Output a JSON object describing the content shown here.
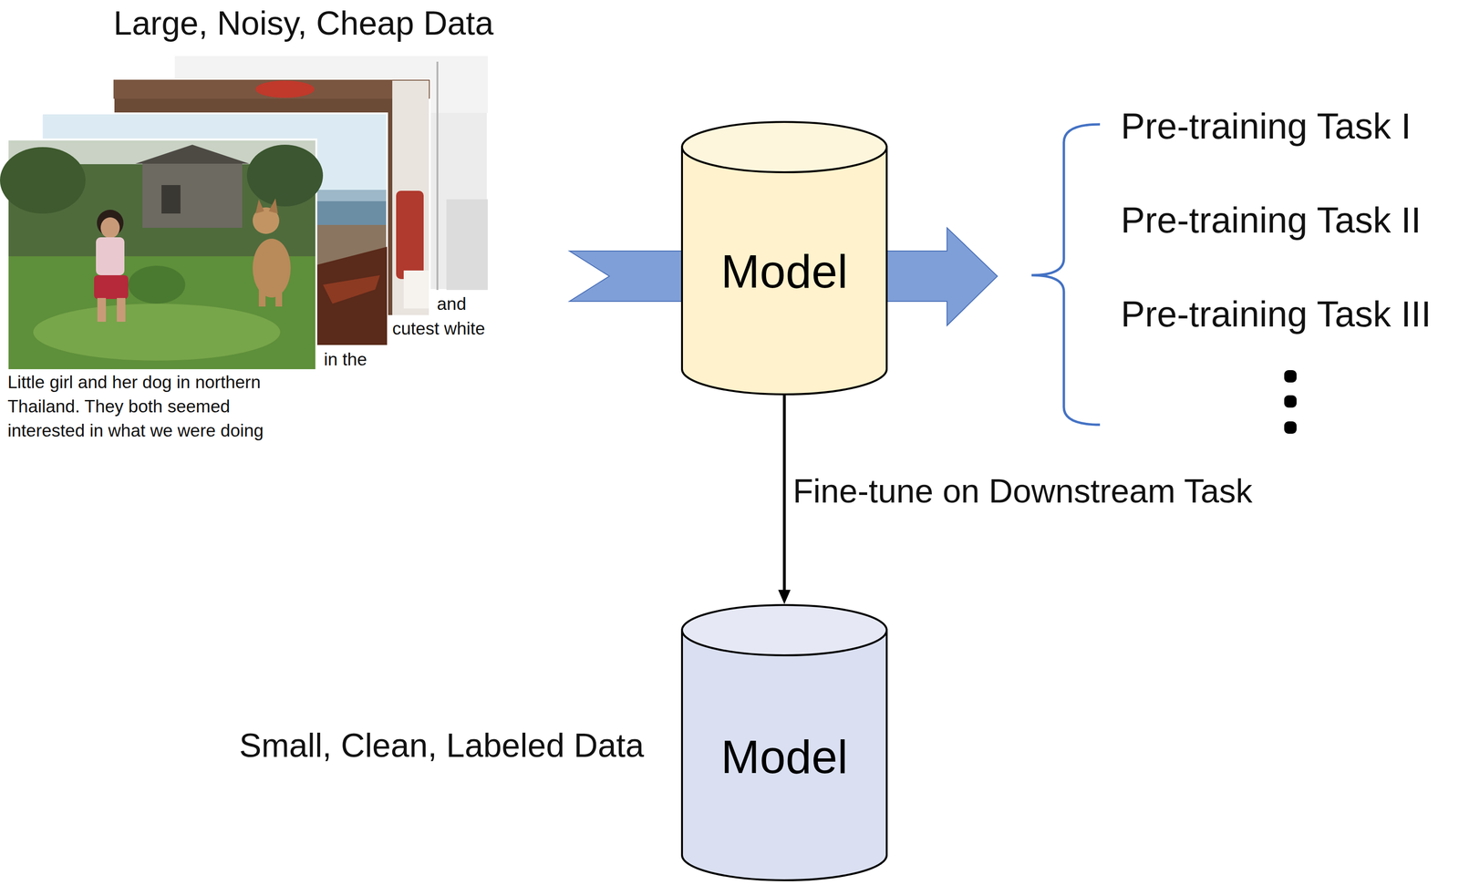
{
  "diagram": {
    "nodes": [
      {
        "text": [
          "Model"
        ]
      },
      {
        "text": [
          "Model"
        ]
      }
    ],
    "edges": [
      {
        "from": 0,
        "to": 1,
        "arrow": "to",
        "label": "Fine-tune on Downstream Task"
      }
    ],
    "labels": [
      "Large, Noisy, Cheap Data",
      "Little girl and her dog in northern Thailand. They both seemed interested in what we were doing",
      "in the",
      "and",
      "cutest white",
      "Pre-training Task I",
      "Pre-training Task II",
      "Pre-training Task III",
      "Small, Clean, Labeled Data"
    ]
  }
}
